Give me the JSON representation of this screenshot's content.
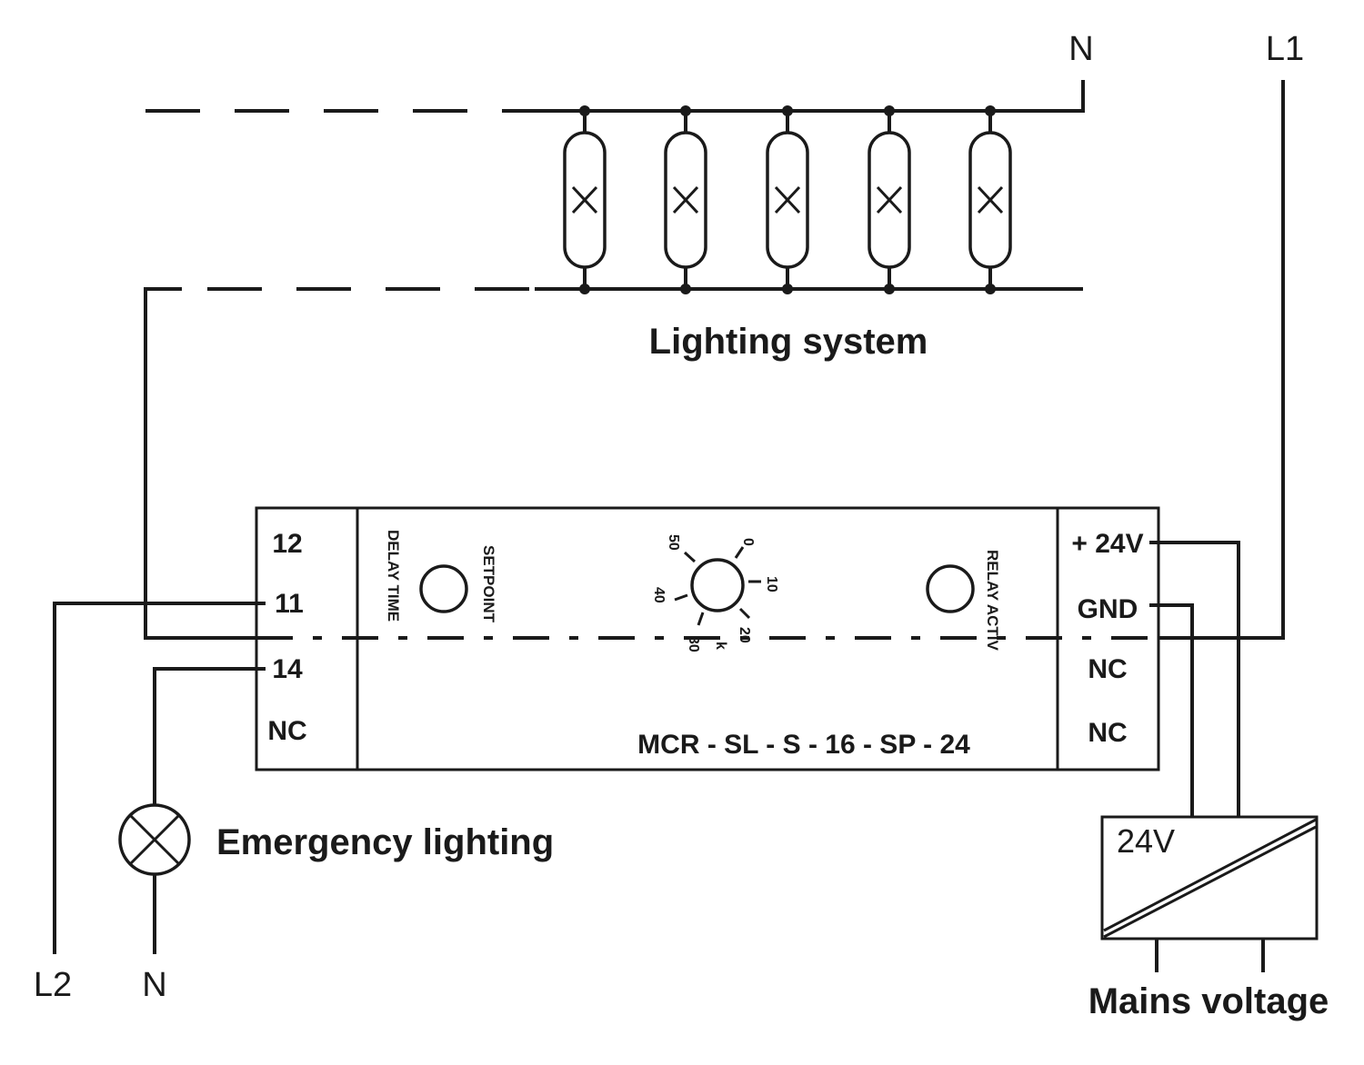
{
  "labels": {
    "supply_n_top": "N",
    "supply_l1": "L1",
    "supply_l2": "L2",
    "supply_n_bottom": "N",
    "lighting_system": "Lighting system",
    "emergency_lighting": "Emergency lighting",
    "mains_voltage": "Mains voltage"
  },
  "relay": {
    "model": "MCR - SL - S - 16 - SP - 24",
    "left_terminals": [
      "12",
      "11",
      "14",
      "NC"
    ],
    "right_terminals": [
      "+ 24V",
      "GND",
      "NC",
      "NC"
    ],
    "delay_time": "DELAY TIME",
    "setpoint": "SETPOINT",
    "relay_activ": "RELAY ACTIV",
    "dial_marks": [
      "0",
      "10",
      "20",
      "30",
      "40",
      "50"
    ],
    "dial_unit": "k"
  },
  "power_supply": {
    "label": "24V"
  },
  "colors": {
    "line": "#1a1a1a",
    "background": "#ffffff"
  }
}
